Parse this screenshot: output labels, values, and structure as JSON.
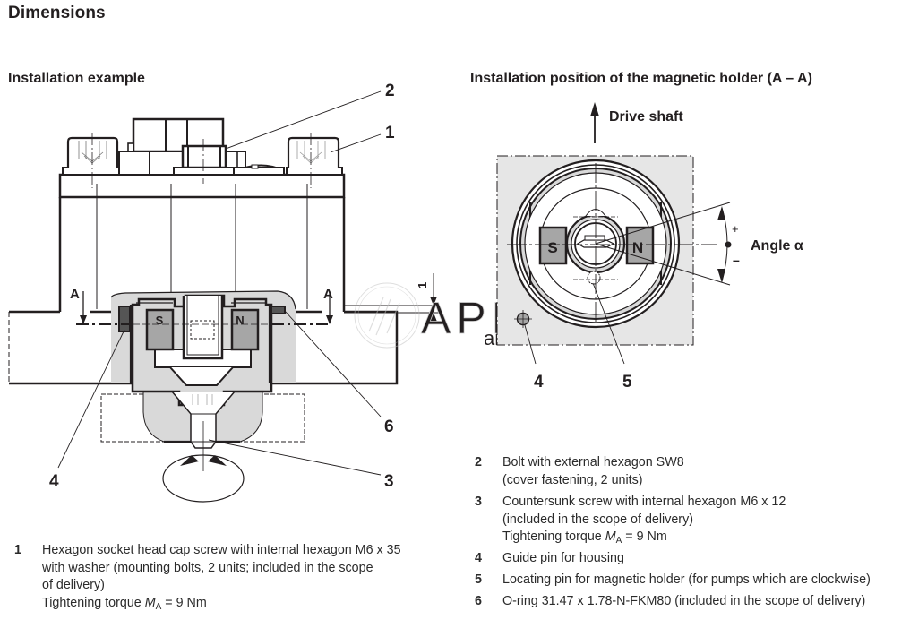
{
  "page": {
    "title": "Dimensions",
    "left_section_title": "Installation example",
    "right_section_title": "Installation position of the magnetic holder (A – A)"
  },
  "colors": {
    "ink": "#231f20",
    "part_grey": "#d9d9d9",
    "magnet_grey": "#a6a6a6",
    "dark_grey": "#555555",
    "panel_grey": "#e6e6e6",
    "watermark": "#d0d0d0"
  },
  "left_drawing": {
    "section_marker_left": "A",
    "section_marker_right": "A",
    "magnet_south": "S",
    "magnet_north": "N",
    "dimension_value": "1",
    "callouts": [
      "1",
      "2",
      "3",
      "4",
      "6"
    ]
  },
  "right_drawing": {
    "drive_shaft_label": "Drive shaft",
    "angle_label": "Angle α",
    "angle_plus": "+",
    "angle_minus": "–",
    "magnet_south": "S",
    "magnet_north": "N",
    "callouts": [
      "4",
      "5"
    ]
  },
  "watermark": {
    "brand": "APPE",
    "site": "arve.ru"
  },
  "legend": {
    "items": [
      {
        "num": "1",
        "lines": [
          "Hexagon socket head cap screw with internal hexagon M6 x 35",
          "with washer (mounting bolts, 2 units; included in the scope",
          "of delivery)"
        ],
        "torque_prefix": "Tightening torque ",
        "torque_symbol": "M",
        "torque_sub": "A",
        "torque_value": " = 9 Nm"
      },
      {
        "num": "2",
        "lines": [
          "Bolt with external hexagon SW8",
          "(cover fastening, 2 units)"
        ]
      },
      {
        "num": "3",
        "lines": [
          "Countersunk screw with internal hexagon M6 x 12",
          "(included in the scope of delivery)"
        ],
        "torque_prefix": "Tightening torque ",
        "torque_symbol": "M",
        "torque_sub": "A",
        "torque_value": " = 9 Nm"
      },
      {
        "num": "4",
        "lines": [
          "Guide pin for housing"
        ]
      },
      {
        "num": "5",
        "lines": [
          "Locating pin for magnetic holder (for pumps which are clockwise)"
        ]
      },
      {
        "num": "6",
        "lines": [
          "O-ring 31.47 x 1.78-N-FKM80 (included in the scope of delivery)"
        ]
      }
    ]
  }
}
